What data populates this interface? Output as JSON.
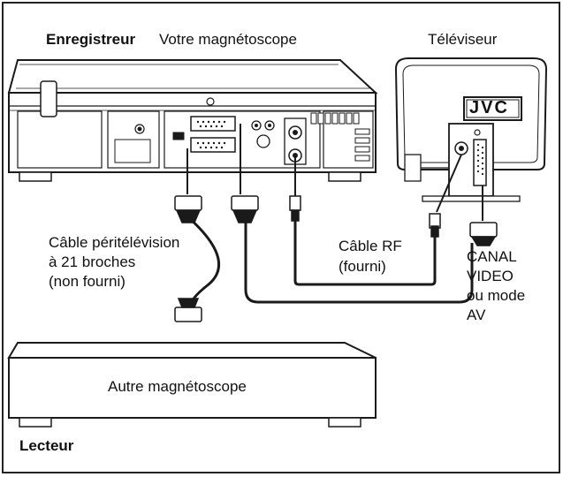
{
  "labels": {
    "recorder_bold": "Enregistreur",
    "recorder_desc": "Votre magnétoscope",
    "tv": "Téléviseur",
    "scart_line1": "Câble péritélévision",
    "scart_line2": "à 21 broches",
    "scart_line3": "(non fourni)",
    "rf_line1": "Câble RF",
    "rf_line2": "(fourni)",
    "canal_line1": "CANAL",
    "canal_line2": "VIDEO",
    "canal_line3": "ou mode",
    "canal_line4": "AV",
    "other_vcr": "Autre magnétoscope",
    "player": "Lecteur"
  },
  "tv_logo": "JVC"
}
